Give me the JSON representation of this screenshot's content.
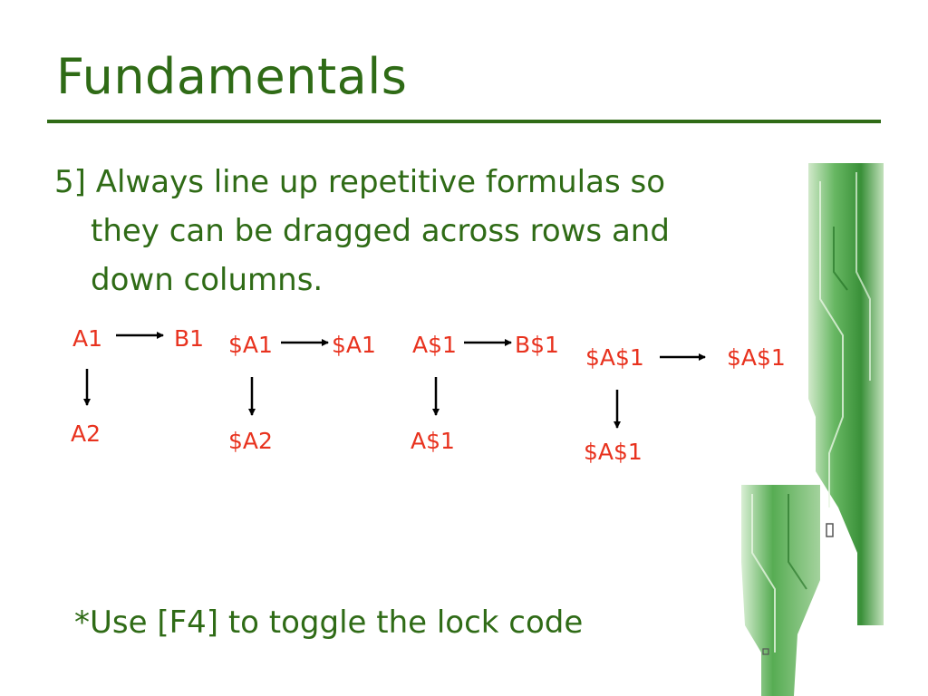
{
  "slide": {
    "title": "Fundamentals",
    "bullet": {
      "number": "5]",
      "line1": "Always line up repetitive formulas so",
      "line2": "they can be dragged across rows and",
      "line3": "down columns."
    },
    "examples": [
      {
        "origin": "A1",
        "across": "B1",
        "down": "A2"
      },
      {
        "origin": "$A1",
        "across": "$A1",
        "down": "$A2"
      },
      {
        "origin": "A$1",
        "across": "B$1",
        "down": "A$1"
      },
      {
        "origin": "$A$1",
        "across": "$A$1",
        "down": "$A$1"
      }
    ],
    "note": "*Use [F4] to toggle the lock code",
    "colors": {
      "title_green": "#2f6b16",
      "reference_red": "#e8321e",
      "decoration_green": "#3f9a3c"
    }
  }
}
